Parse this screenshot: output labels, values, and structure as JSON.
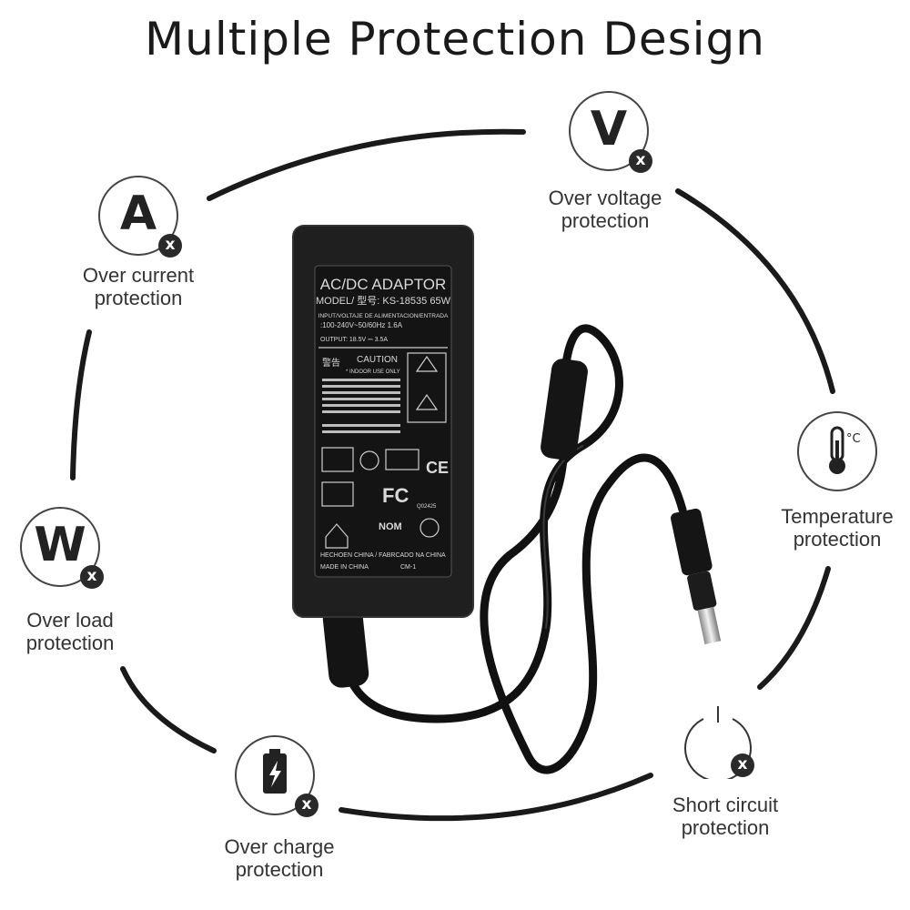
{
  "title": "Multiple Protection Design",
  "features": [
    {
      "key": "voltage",
      "glyph": "V",
      "icon": "voltage-icon",
      "line1": "Over voltage",
      "line2": "protection"
    },
    {
      "key": "current",
      "glyph": "A",
      "icon": "current-icon",
      "line1": "Over current",
      "line2": "protection"
    },
    {
      "key": "temperature",
      "glyph": "°C",
      "icon": "thermometer-icon",
      "line1": "Temperature",
      "line2": "protection"
    },
    {
      "key": "load",
      "glyph": "W",
      "icon": "load-icon",
      "line1": "Over load",
      "line2": "protection"
    },
    {
      "key": "short",
      "glyph": "",
      "icon": "power-icon",
      "line1": "Short circuit",
      "line2": "protection"
    },
    {
      "key": "charge",
      "glyph": "",
      "icon": "battery-icon",
      "line1": "Over charge",
      "line2": "protection"
    }
  ],
  "badge_mark": "x",
  "adapter_label": {
    "heading": "AC/DC ADAPTOR",
    "model": "MODEL/ 型号: KS-18535 65W",
    "input_label": "INPUT/VOLTAJE DE ALIMENTACION/ENTRADA",
    "input_value": ":100-240V~50/60Hz 1.6A",
    "output": "OUTPUT: 18.5V ⎓ 3.5A",
    "caution_cn": "警告",
    "caution": "CAUTION",
    "indoor": "* INDOOR USE ONLY",
    "fc": "FC",
    "ce": "CE",
    "nom": "NOM",
    "q_code": "Q02425",
    "made_line1": "HECHOEN CHINA / FABRCADO NA CHINA",
    "made_line2": "MADE IN CHINA",
    "cm": "CM-1"
  },
  "colors": {
    "body": "#1f1f1f",
    "ring": "#1a1a1a",
    "badge_x": "#2a2a2a"
  }
}
